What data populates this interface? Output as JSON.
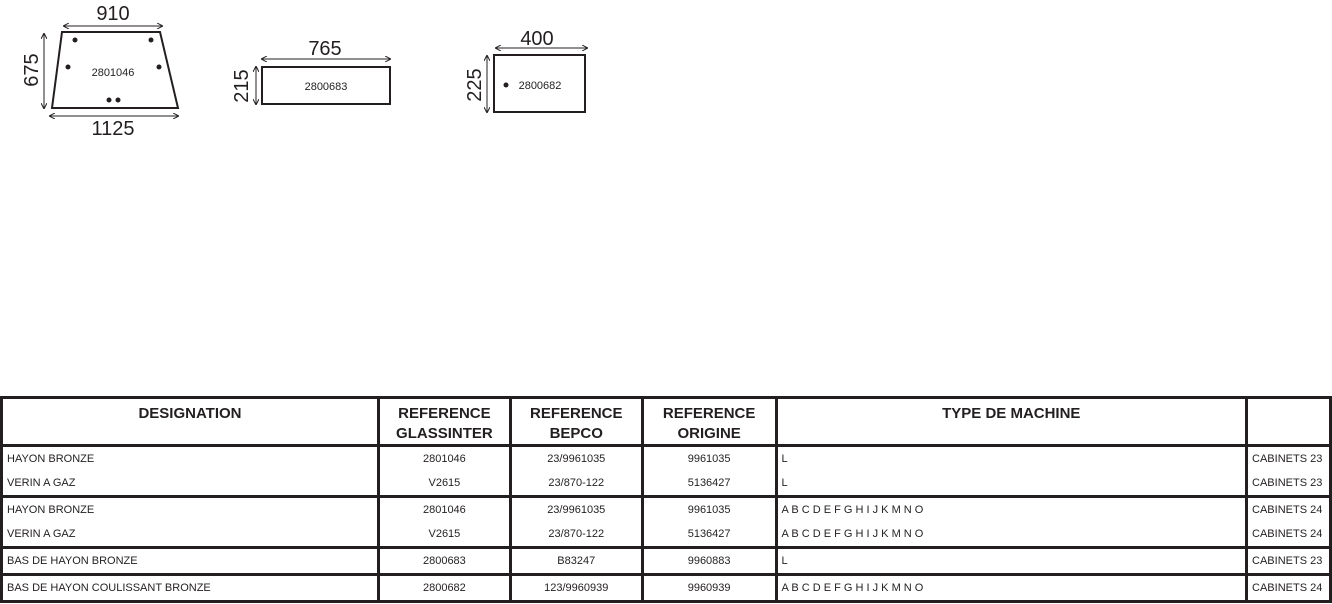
{
  "diagrams": [
    {
      "part": "2801046",
      "top": "910",
      "height": "675",
      "bottom": "1125"
    },
    {
      "part": "2800683",
      "width": "765",
      "height": "215"
    },
    {
      "part": "2800682",
      "width": "400",
      "height": "225"
    }
  ],
  "table": {
    "headers": [
      [
        "DESIGNATION",
        ""
      ],
      [
        "REFERENCE",
        "GLASSINTER"
      ],
      [
        "REFERENCE",
        "BEPCO"
      ],
      [
        "REFERENCE",
        "ORIGINE"
      ],
      [
        "TYPE DE MACHINE",
        ""
      ],
      [
        "",
        ""
      ]
    ],
    "rows": [
      [
        "HAYON BRONZE",
        "2801046",
        "23/9961035",
        "9961035",
        "L",
        "CABINETS 23"
      ],
      [
        "VERIN A GAZ",
        "V2615",
        "23/870-122",
        "5136427",
        "L",
        "CABINETS 23"
      ],
      [
        "HAYON BRONZE",
        "2801046",
        "23/9961035",
        "9961035",
        "A B C D E F G H I J K M N O",
        "CABINETS 24"
      ],
      [
        "VERIN A GAZ",
        "V2615",
        "23/870-122",
        "5136427",
        "A B C D E F G H I J K M N O",
        "CABINETS 24"
      ],
      [
        "BAS DE HAYON BRONZE",
        "2800683",
        "B83247",
        "9960883",
        "L",
        "CABINETS 23"
      ],
      [
        "BAS DE HAYON COULISSANT BRONZE",
        "2800682",
        "123/9960939",
        "9960939",
        "A B C D E F G H I J K M N O",
        "CABINETS 24"
      ]
    ]
  }
}
